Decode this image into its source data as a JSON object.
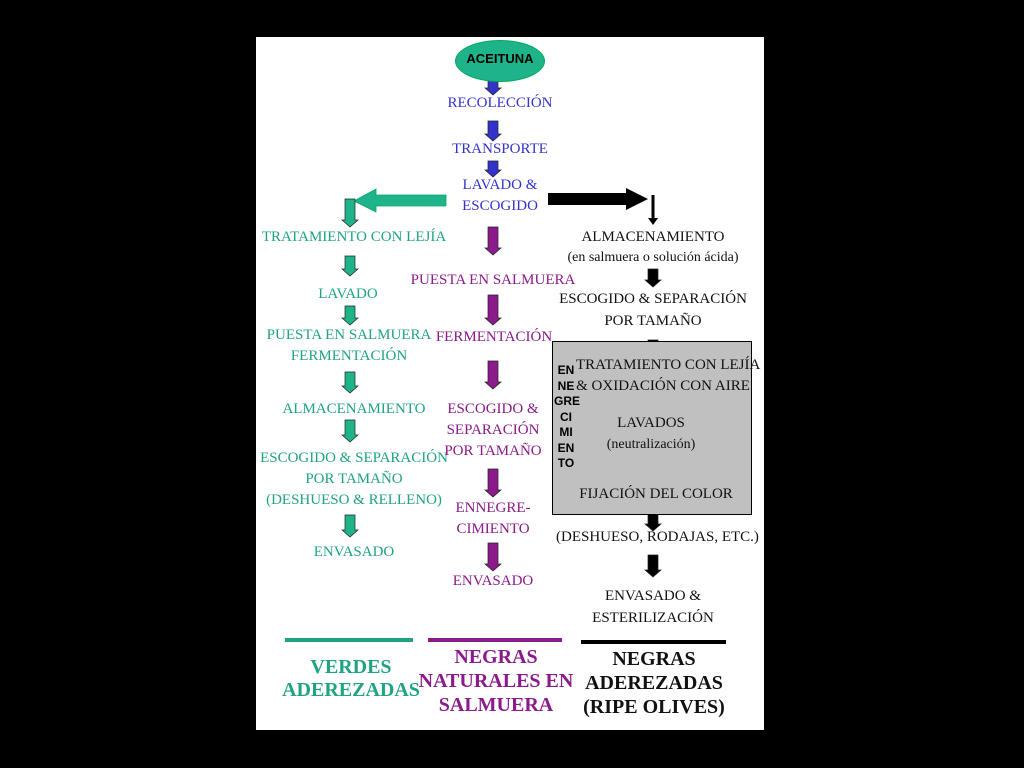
{
  "root": "ACEITUNA",
  "center_steps": [
    "RECOLECCIÓN",
    "TRANSPORTE",
    "LAVADO &",
    "ESCOGIDO"
  ],
  "green": {
    "steps": [
      "TRATAMIENTO CON LEJÍA",
      "LAVADO",
      "PUESTA EN SALMUERA",
      "FERMENTACIÓN",
      "ALMACENAMIENTO",
      "ESCOGIDO & SEPARACIÓN",
      "POR TAMAÑO",
      "(DESHUESO & RELLENO)",
      "ENVASADO"
    ],
    "footer": [
      "VERDES",
      "ADEREZADAS"
    ],
    "color": "#1fa383"
  },
  "purple": {
    "steps": [
      "PUESTA EN SALMUERA",
      "FERMENTACIÓN",
      "ESCOGIDO &",
      "SEPARACIÓN",
      "POR TAMAÑO",
      "ENNEGRE-",
      "CIMIENTO",
      "ENVASADO"
    ],
    "footer": [
      "NEGRAS",
      "NATURALES EN",
      "SALMUERA"
    ],
    "color": "#8b1a8b"
  },
  "black": {
    "steps": [
      "ALMACENAMIENTO",
      "(en salmuera o solución ácida)",
      "ESCOGIDO & SEPARACIÓN",
      "POR TAMAÑO",
      "TRATAMIENTO CON LEJÍA",
      "& OXIDACIÓN CON AIRE",
      "LAVADOS",
      "(neutralización)",
      "FIJACIÓN DEL COLOR",
      "(DESHUESO, RODAJAS, ETC.)",
      "ENVASADO &",
      "ESTERILIZACIÓN"
    ],
    "side_word": "EN\nNE\nGRE\nCI\nMI\nEN\nTO",
    "footer": [
      "NEGRAS",
      "ADEREZADAS",
      "(RIPE OLIVES)"
    ],
    "color": "#000000"
  },
  "arrow_colors": {
    "blue": "#3333cc",
    "green": "#1fb389",
    "purple": "#8b1a8b",
    "black": "#000000"
  }
}
